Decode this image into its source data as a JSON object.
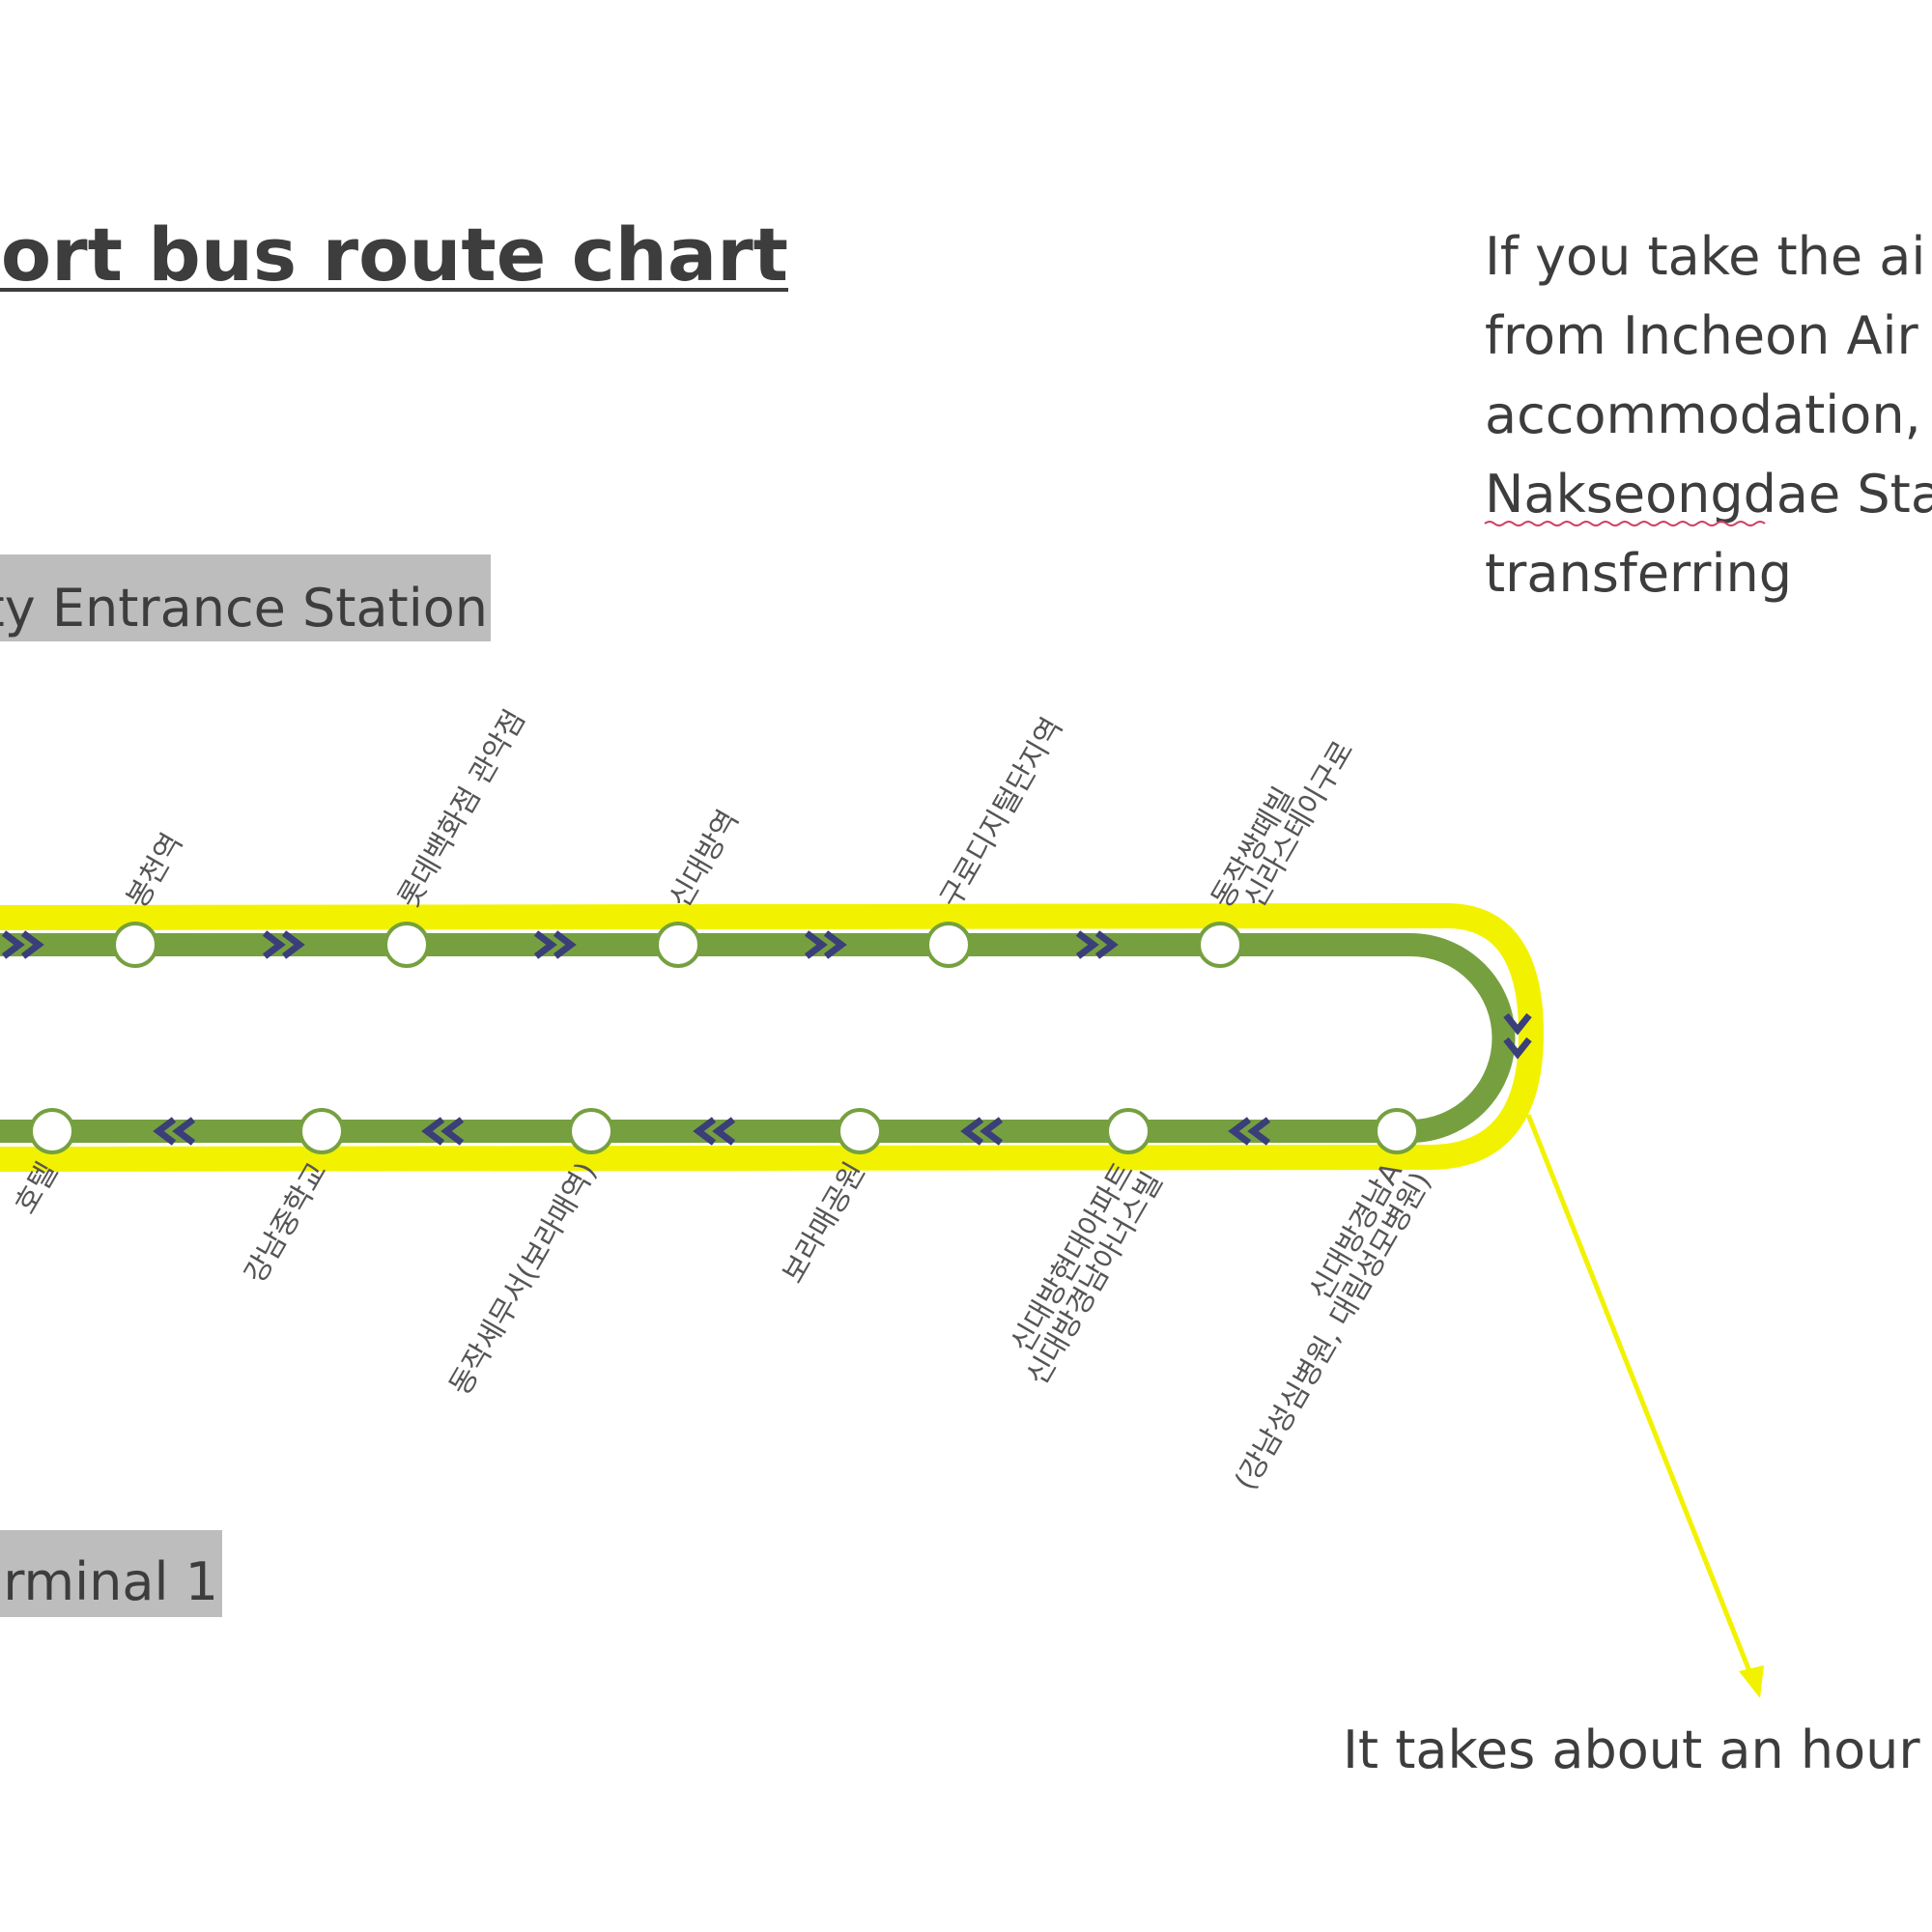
{
  "title": "rport bus route chart",
  "start_label": "ty Entrance Station",
  "end_label": "rminal 1",
  "info_lines": [
    "If you take the ai",
    "from Incheon Air",
    "accommodation,",
    "Nakseongdae Sta",
    "transferring"
  ],
  "duration_note": "It takes about an hour",
  "colors": {
    "route": "#76a040",
    "highlight": "#f2f200",
    "arrow": "#3a3f7a",
    "label_box": "#bdbdbd"
  },
  "top_stops": [
    {
      "lines": [
        "봉천역"
      ]
    },
    {
      "lines": [
        "롯데백화점 관악점"
      ]
    },
    {
      "lines": [
        "신대방역"
      ]
    },
    {
      "lines": [
        "구로디지털단지역"
      ]
    },
    {
      "lines": [
        "동작쌍떼빌",
        "신라스테이구로"
      ]
    }
  ],
  "bottom_stops": [
    {
      "lines": [
        "호텔"
      ]
    },
    {
      "lines": [
        "강남중학교"
      ]
    },
    {
      "lines": [
        "동작세무서(보라매역)"
      ]
    },
    {
      "lines": [
        "보라매공원"
      ]
    },
    {
      "lines": [
        "신대방현대아파트",
        "신대방경남아너스빌"
      ]
    },
    {
      "lines": [
        "신대방경남A",
        "(강남성심병원, 대림성모병원)"
      ]
    }
  ]
}
